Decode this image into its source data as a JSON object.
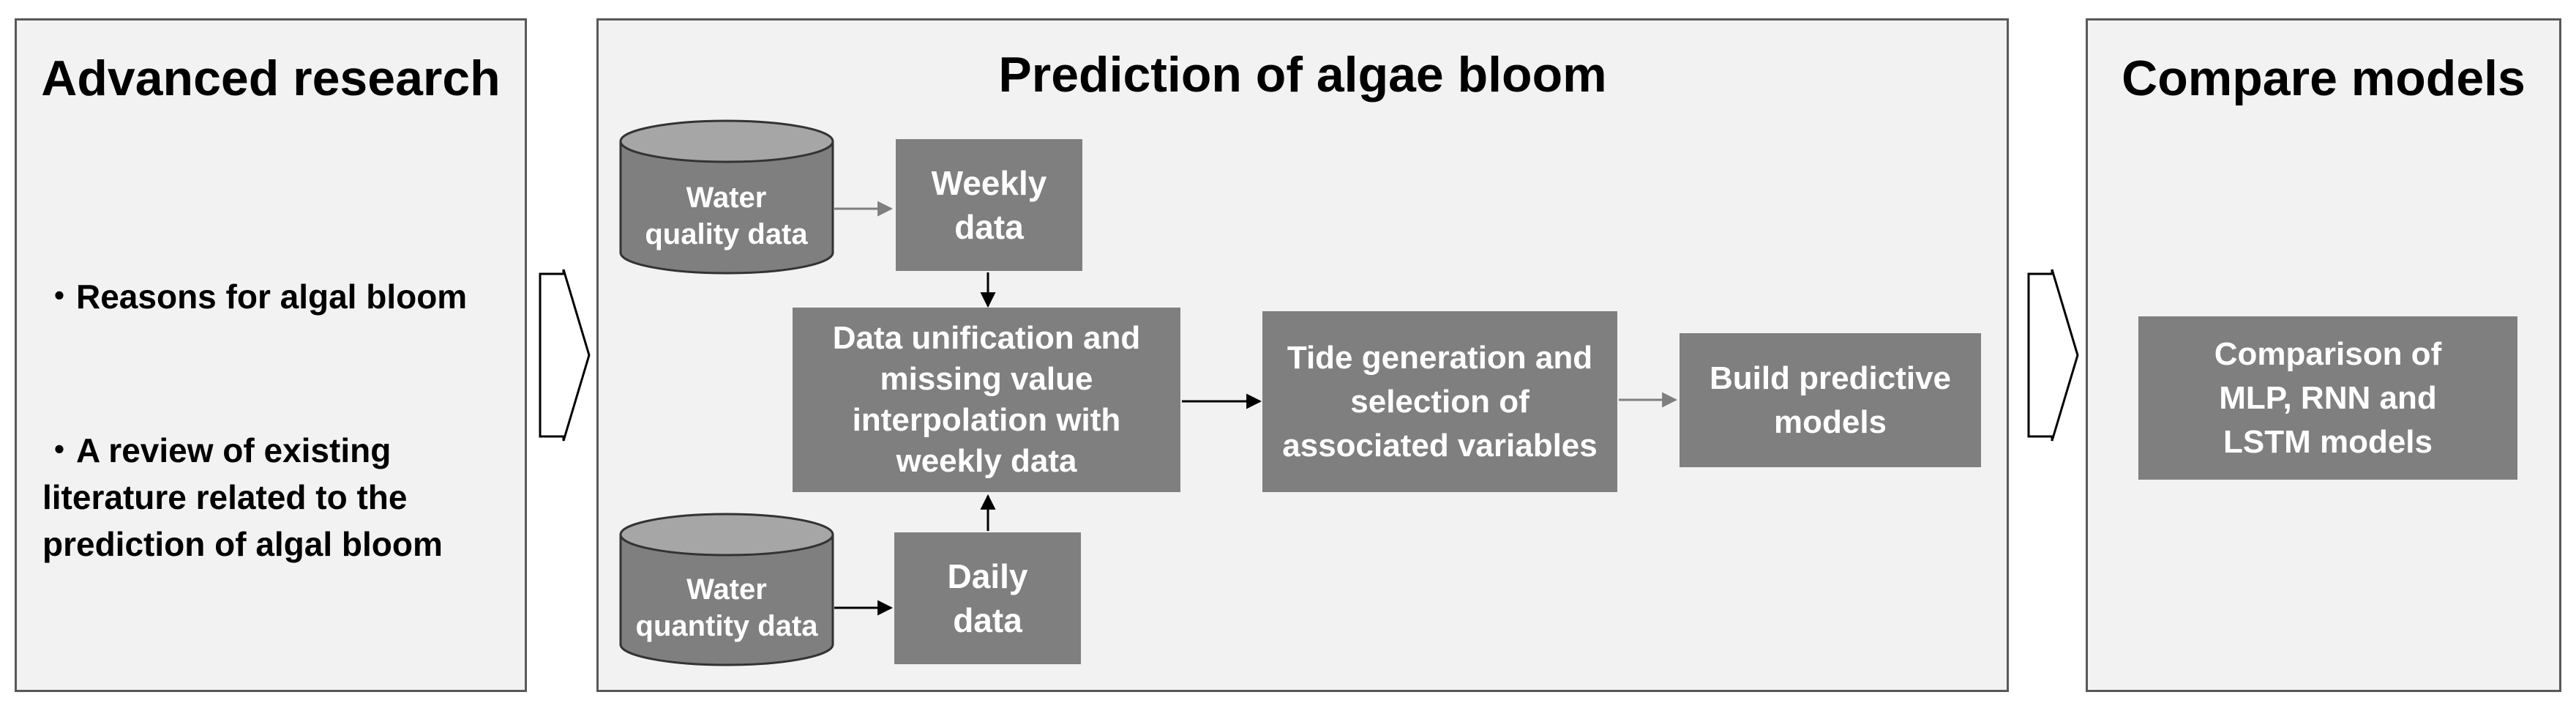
{
  "left_panel": {
    "title": "Advanced research",
    "bullets": [
      "・Reasons for algal bloom",
      "・A review of existing literature related to the prediction of algal bloom"
    ]
  },
  "middle_panel": {
    "title": "Prediction of algae bloom",
    "water_quality": "Water quality data",
    "water_quantity": "Water quantity data",
    "weekly": "Weekly data",
    "daily": "Daily data",
    "unification": "Data unification and missing value interpolation with weekly data",
    "tide": "Tide generation and selection of associated variables",
    "build": "Build predictive models"
  },
  "right_panel": {
    "title": "Compare models",
    "comparison": "Comparison of MLP, RNN and LSTM models"
  }
}
